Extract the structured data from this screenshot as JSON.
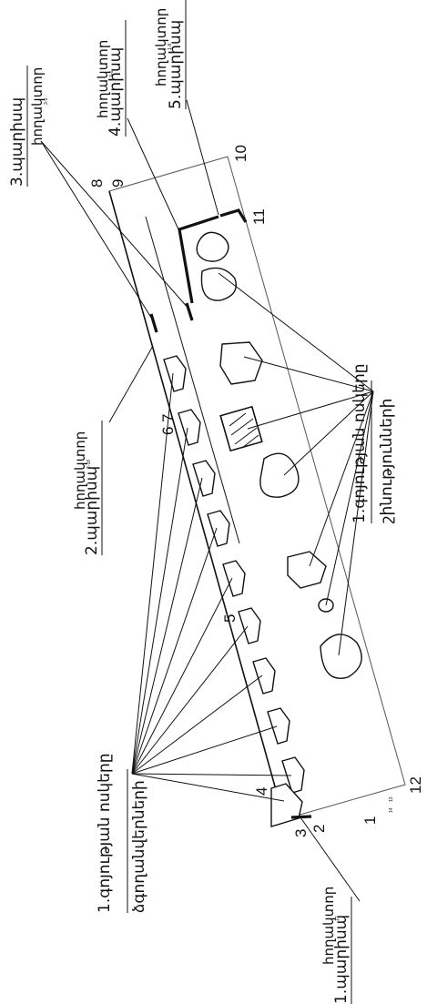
{
  "labels": {
    "zone_a_line1": "1.գոյության ոսկերը",
    "zone_a_line2": "ձգողանվերների",
    "zone_b_line1": "1.գոյության ոսկերը",
    "zone_b_line2": "շինությունների",
    "p1": "1.պարիսպ",
    "p2": "2.պարիսպ",
    "p3": "3.պարիսպ",
    "p4": "4.պարիսպ",
    "p5": "5.պարիսպ",
    "w1": "հողակտոր",
    "w2": "հողակտոր",
    "w3": "հողակտոր",
    "w4": "հողակտոր",
    "w5": "հողակտոր",
    "sub1": "17",
    "sub2": "2-18",
    "sub3": "3-5",
    "sub4": "3-6",
    "sub5": "1-8",
    "tiny_14": "14",
    "tiny_13": "13"
  },
  "points": [
    "1",
    "2",
    "3",
    "4",
    "5",
    "6",
    "7",
    "8",
    "9",
    "10",
    "11",
    "12"
  ]
}
